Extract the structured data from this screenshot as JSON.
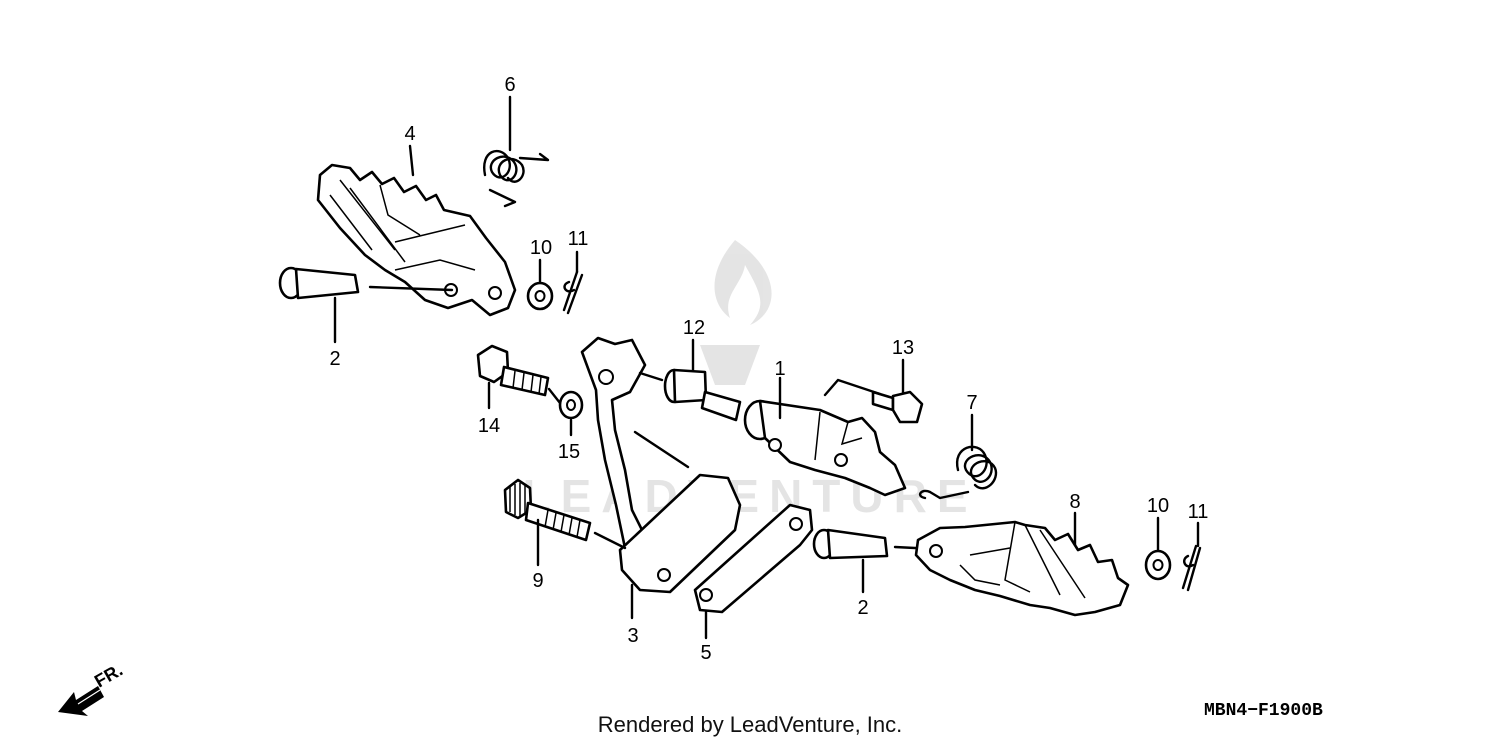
{
  "callouts": [
    "1",
    "2",
    "3",
    "4",
    "5",
    "6",
    "7",
    "8",
    "9",
    "10",
    "11",
    "12",
    "13",
    "14",
    "15"
  ],
  "callout_2b": "2",
  "callout_10b": "10",
  "callout_11b": "11",
  "front_indicator": "FR.",
  "diagram_code": "MBN4−F1900B",
  "footer_credit": "Rendered by LeadVenture, Inc.",
  "watermark_text": "LEADVENTURE"
}
